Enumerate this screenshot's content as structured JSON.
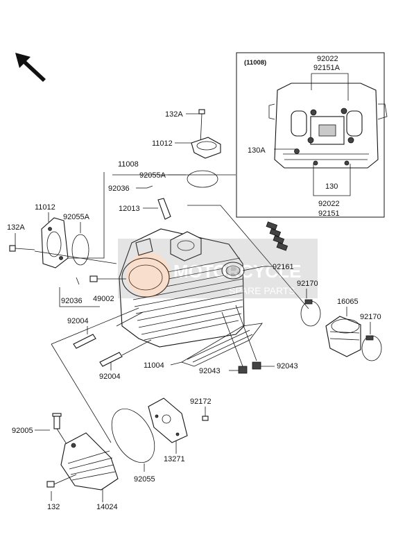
{
  "inset": {
    "title": "(11008)",
    "labels": [
      "92022",
      "92151A",
      "130A",
      "130",
      "92022",
      "92151"
    ]
  },
  "parts": {
    "p132A_top": "132A",
    "p11012_top": "11012",
    "p11008": "11008",
    "p92055A_top": "92055A",
    "p92036_top": "92036",
    "p12013": "12013",
    "p11012_left": "11012",
    "p92055A_left": "92055A",
    "p132A_left": "132A",
    "p92161": "92161",
    "p92170_a": "92170",
    "p16065": "16065",
    "p92170_b": "92170",
    "p92036_left": "92036",
    "p49002": "49002",
    "p92004_a": "92004",
    "p92004_b": "92004",
    "p11004": "11004",
    "p92043_a": "92043",
    "p92043_b": "92043",
    "p92172": "92172",
    "p92005": "92005",
    "p13271": "13271",
    "p92055": "92055",
    "p132": "132",
    "p14024": "14024"
  },
  "watermark": {
    "brand": "MOTORCYCLE",
    "sub": "SPARE PARTS"
  },
  "icons": {
    "orientation": "direction-arrow-icon"
  }
}
